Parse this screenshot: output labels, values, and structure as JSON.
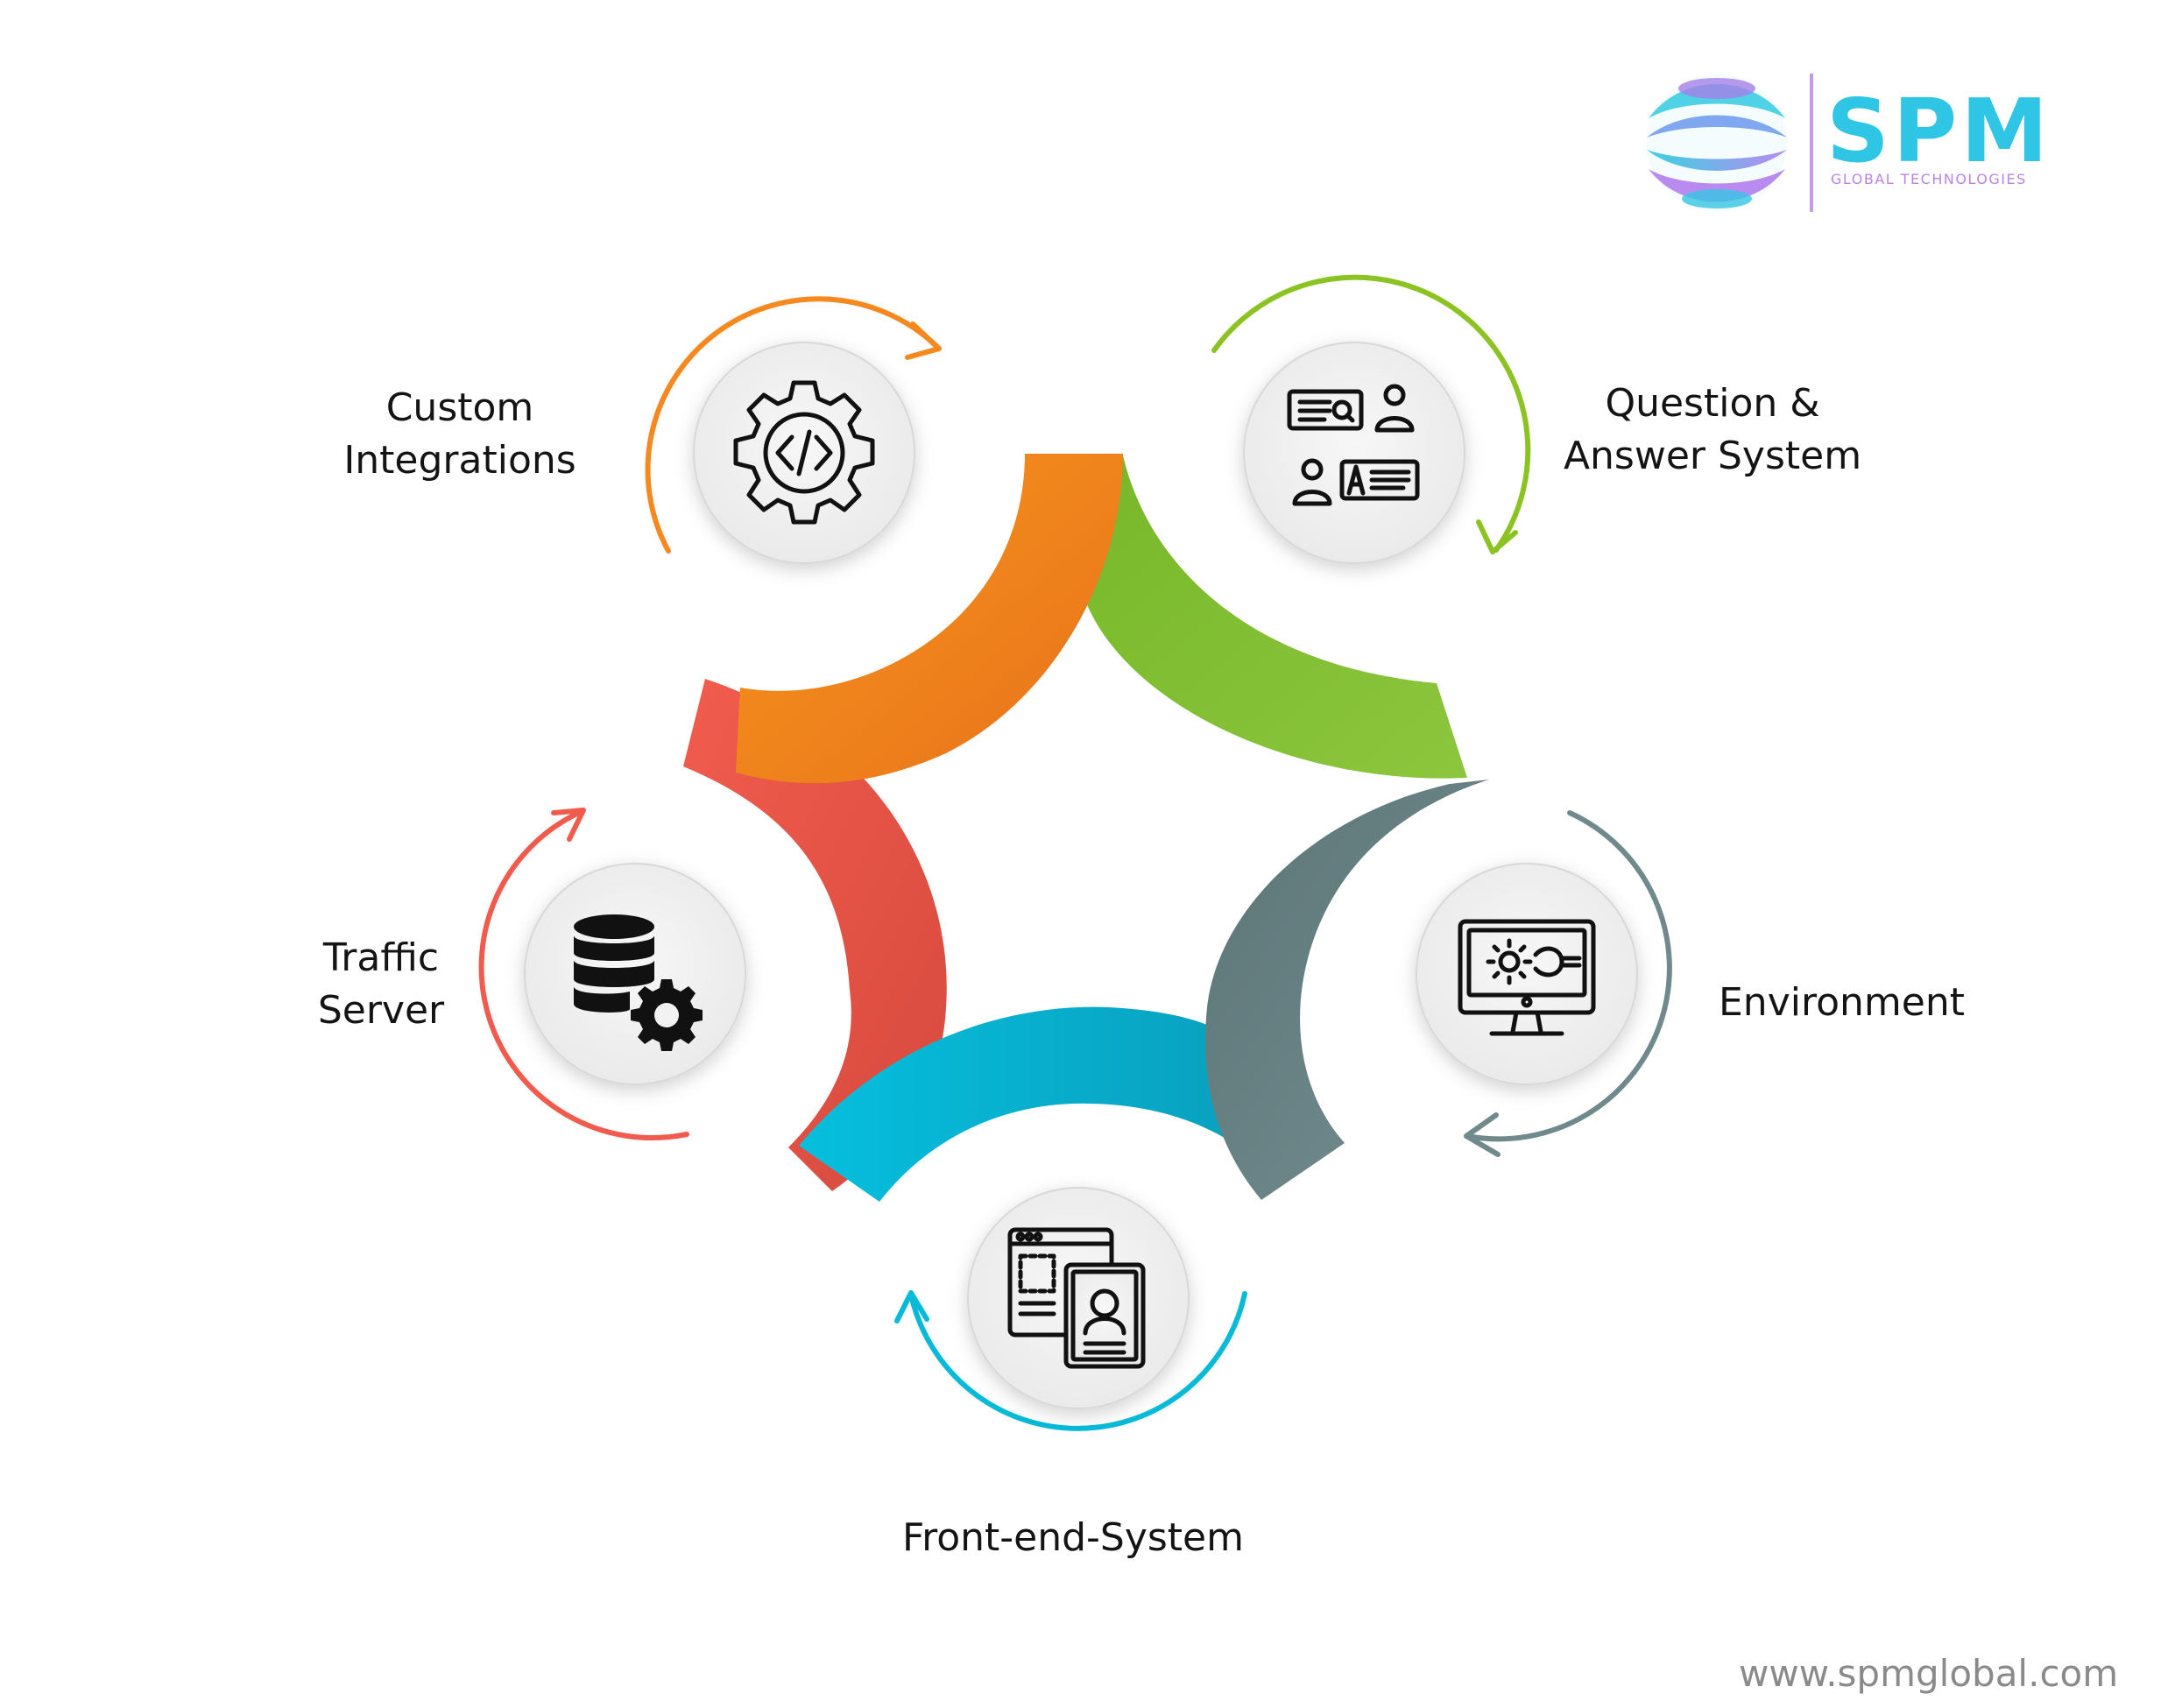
{
  "logo": {
    "name": "SPM",
    "tagline": "GLOBAL TECHNOLOGIES"
  },
  "website": "www.spmglobal.com",
  "colors": {
    "orange": "#f5891f",
    "green": "#8bc322",
    "slate": "#6f898c",
    "cyan": "#06bad8",
    "red": "#f15b4d"
  },
  "nodes": [
    {
      "id": "custom-integrations",
      "label_lines": [
        "Custom",
        "Integrations"
      ],
      "icon": "code-gear-icon",
      "color": "orange"
    },
    {
      "id": "question-answer-system",
      "label_lines": [
        "Question &",
        "Answer System"
      ],
      "icon": "question-answer-icon",
      "color": "green"
    },
    {
      "id": "environment",
      "label_lines": [
        "Environment"
      ],
      "icon": "monitor-settings-icon",
      "color": "slate"
    },
    {
      "id": "front-end-system",
      "label_lines": [
        "Front-end-System"
      ],
      "icon": "browser-profile-icon",
      "color": "cyan"
    },
    {
      "id": "traffic-server",
      "label_lines": [
        "Traffic",
        "Server"
      ],
      "icon": "database-gear-icon",
      "color": "red"
    }
  ]
}
